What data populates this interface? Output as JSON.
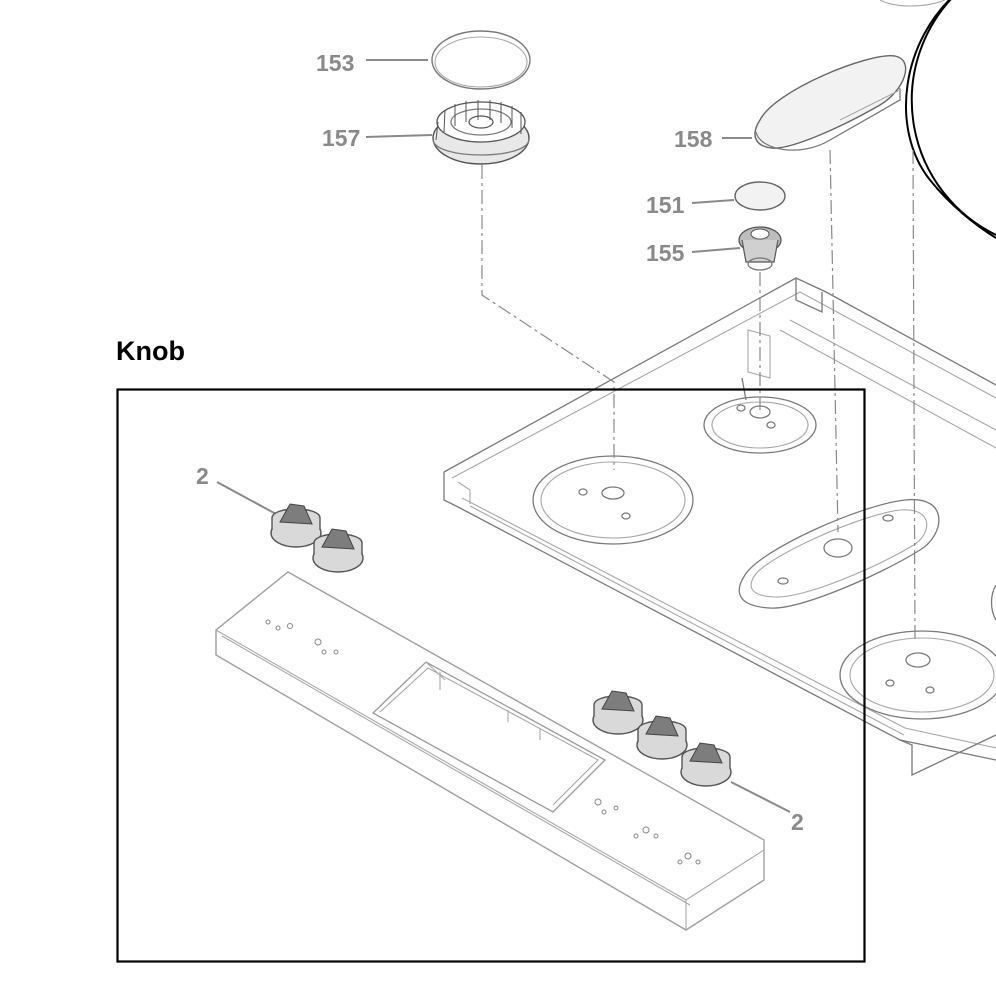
{
  "section": {
    "title": "Knob"
  },
  "callouts": {
    "c153": "153",
    "c157": "157",
    "c158": "158",
    "c151": "151",
    "c155": "155",
    "c2_top": "2",
    "c2_bottom": "2"
  }
}
